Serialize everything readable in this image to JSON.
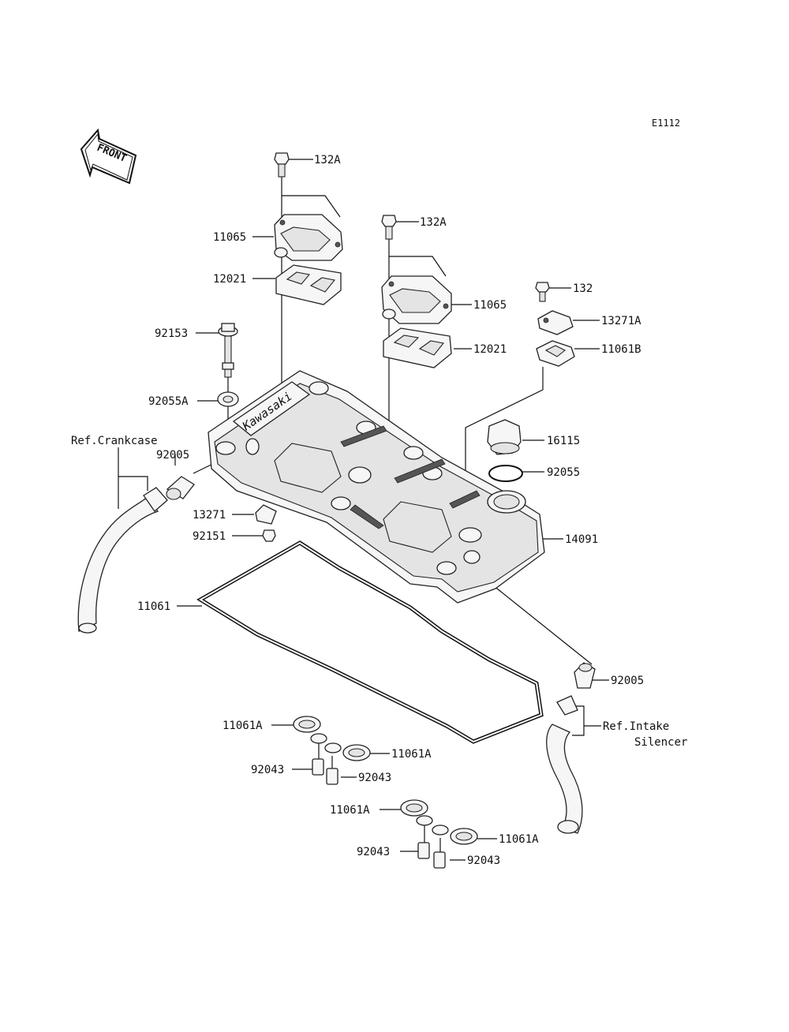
{
  "diagram_code": "E1112",
  "front_label": "FRONT",
  "cover_logo": "Kawasaki",
  "labels": {
    "bolt_132a_top": "132A",
    "cover_11065_left": "11065",
    "gasket_12021_left": "12021",
    "bolt_132a_mid": "132A",
    "cover_11065_right": "11065",
    "gasket_12021_right": "12021",
    "bolt_132": "132",
    "plate_13271a": "13271A",
    "gasket_11061b": "11061B",
    "bolt_92153": "92153",
    "washer_92055a": "92055A",
    "ref_crankcase": "Ref.Crankcase",
    "fitting_92005_left": "92005",
    "cap_16115": "16115",
    "oring_92055": "92055",
    "bracket_13271": "13271",
    "bolt_92151": "92151",
    "cover_14091": "14091",
    "gasket_11061": "11061",
    "fitting_92005_right": "92005",
    "ref_intake_1": "Ref.Intake",
    "ref_intake_2": "Silencer",
    "seal_11061a_1": "11061A",
    "seal_11061a_2": "11061A",
    "collar_92043_1": "92043",
    "collar_92043_2": "92043",
    "seal_11061a_3": "11061A",
    "seal_11061a_4": "11061A",
    "collar_92043_3": "92043",
    "collar_92043_4": "92043"
  }
}
